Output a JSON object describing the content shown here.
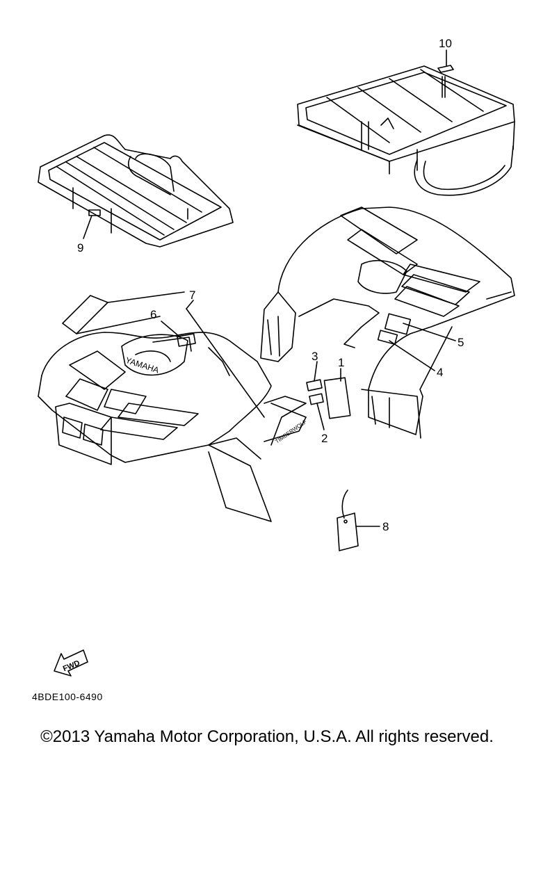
{
  "diagram": {
    "part_numbers": [
      "1",
      "2",
      "3",
      "4",
      "5",
      "6",
      "7",
      "8",
      "9",
      "10"
    ],
    "fwd_label": "FWD",
    "decal_yamaha": "YAMAHA",
    "decal_timberwolf": "TIMBERWOLF",
    "drawing_code": "4BDE100-6490"
  },
  "footer": {
    "copyright": "©2013 Yamaha Motor Corporation, U.S.A. All rights reserved."
  }
}
